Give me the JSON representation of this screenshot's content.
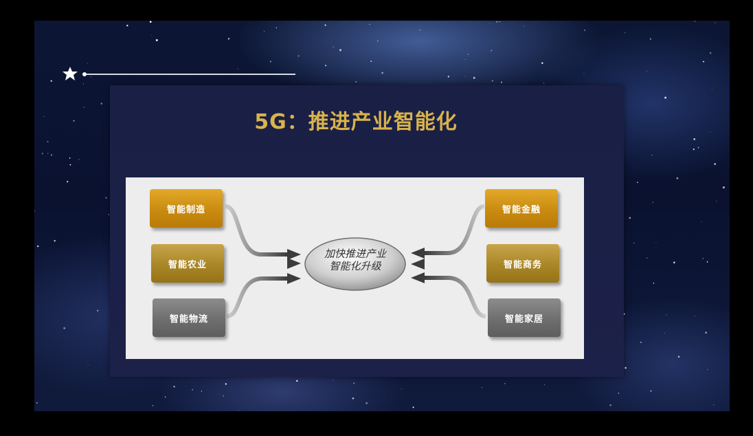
{
  "slide": {
    "title": "5G：推进产业智能化"
  },
  "diagram": {
    "center": {
      "line1": "加快推进产业",
      "line2": "智能化升级"
    },
    "left_boxes": [
      {
        "label": "智能制造",
        "style": "gold"
      },
      {
        "label": "智能农业",
        "style": "olive"
      },
      {
        "label": "智能物流",
        "style": "gray"
      }
    ],
    "right_boxes": [
      {
        "label": "智能金融",
        "style": "gold"
      },
      {
        "label": "智能商务",
        "style": "olive"
      },
      {
        "label": "智能家居",
        "style": "gray"
      }
    ]
  },
  "colors": {
    "title": "#d9b34c",
    "background": "#0c1634",
    "panel": "#1a1f45",
    "card": "#ededee",
    "gold_box": "#d49a1c",
    "olive_box": "#a98626",
    "gray_box": "#6e6e6e"
  },
  "icons": {
    "decoration": "star-icon"
  }
}
